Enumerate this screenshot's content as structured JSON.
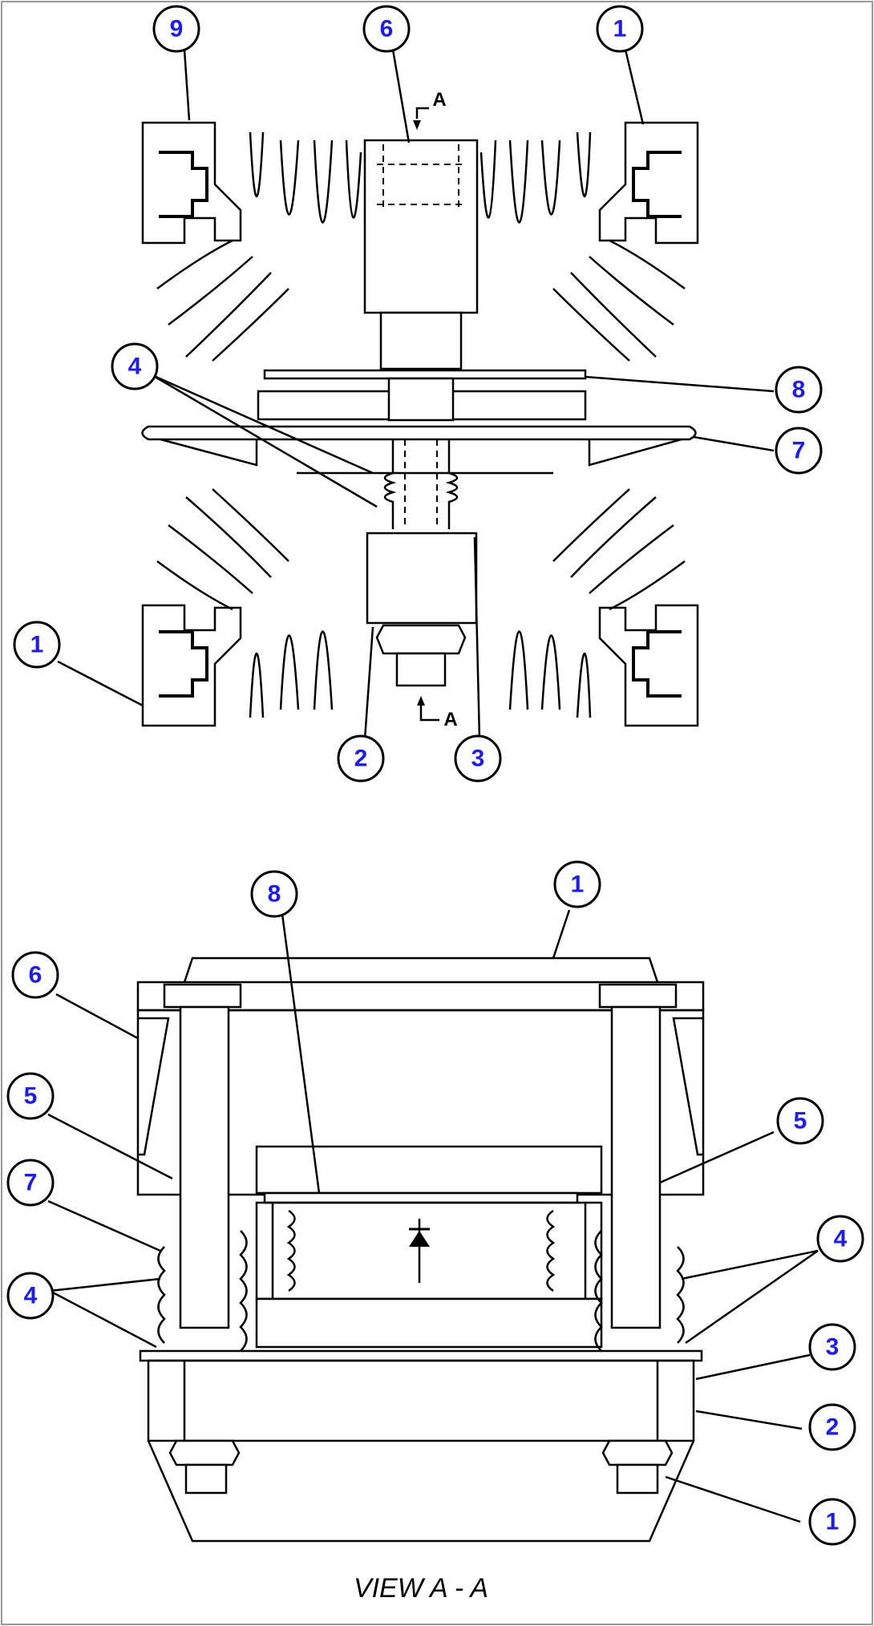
{
  "section_markers": {
    "top": "A",
    "bottom": "A"
  },
  "view_caption": "VIEW A - A",
  "callouts_top": [
    "9",
    "6",
    "1",
    "4",
    "8",
    "7",
    "1",
    "2",
    "3"
  ],
  "callouts_bottom": [
    "8",
    "1",
    "6",
    "5",
    "5",
    "7",
    "4",
    "4",
    "3",
    "2",
    "1"
  ],
  "colors": {
    "callout_text": "#1a1aff",
    "line": "#000000",
    "background": "#ffffff"
  }
}
